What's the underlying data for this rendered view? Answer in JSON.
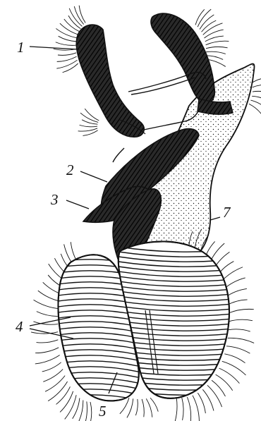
{
  "figure": {
    "labels": {
      "l1": "1",
      "l2": "2",
      "l3": "3",
      "l4": "4",
      "l5": "5",
      "l7": "7"
    },
    "colors": {
      "ink": "#111111",
      "paper": "#ffffff"
    }
  }
}
